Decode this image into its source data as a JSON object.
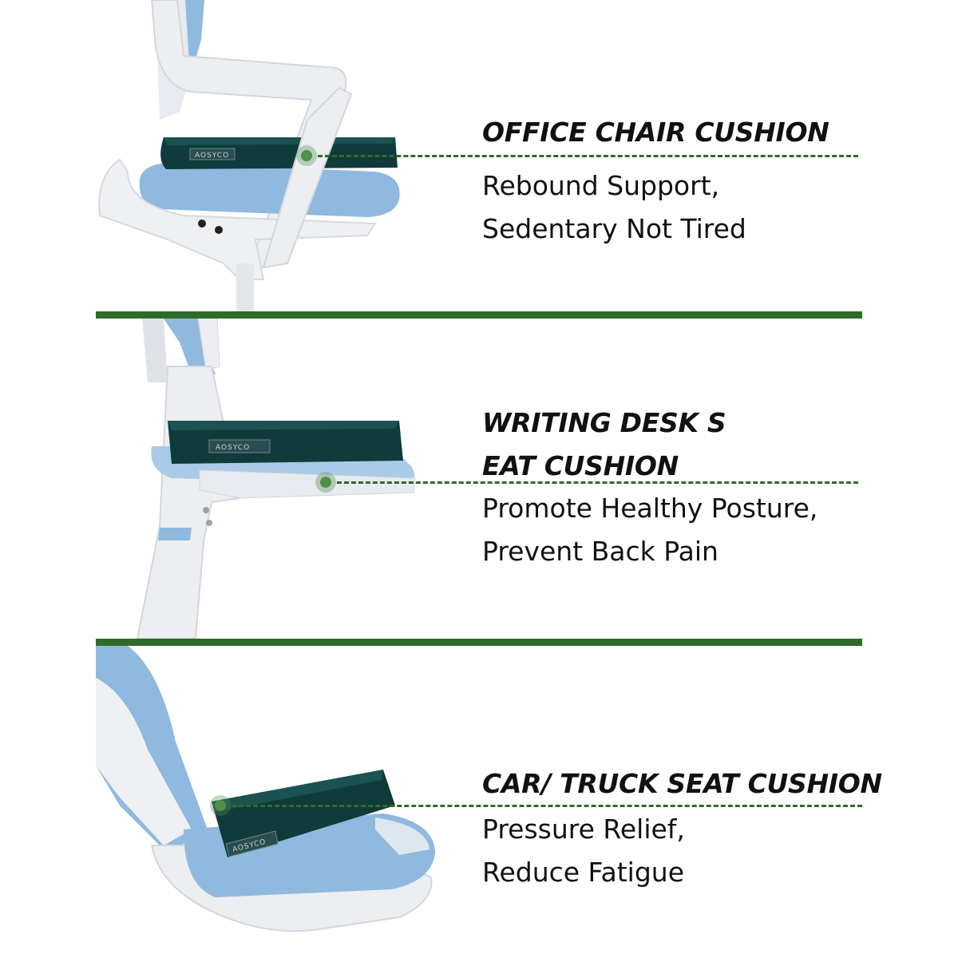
{
  "colors": {
    "accent": "#2e6b2a",
    "dot": "#4f8f4a",
    "cushion": "#0f3b3b",
    "chair_blue": "#8fb9de",
    "frame": "#e9ecef"
  },
  "brand_label": "AOSYCO",
  "sections": [
    {
      "title_lines": [
        "OFFICE CHAIR CUSHION"
      ],
      "desc_lines": [
        "Rebound Support,",
        "Sedentary Not Tired"
      ]
    },
    {
      "title_lines": [
        "WRITING DESK S",
        "EAT CUSHION"
      ],
      "desc_lines": [
        "Promote Healthy Posture,",
        "Prevent Back Pain"
      ]
    },
    {
      "title_lines": [
        "CAR/ TRUCK SEAT CUSHION"
      ],
      "desc_lines": [
        "Pressure Relief,",
        "Reduce Fatigue"
      ]
    }
  ]
}
